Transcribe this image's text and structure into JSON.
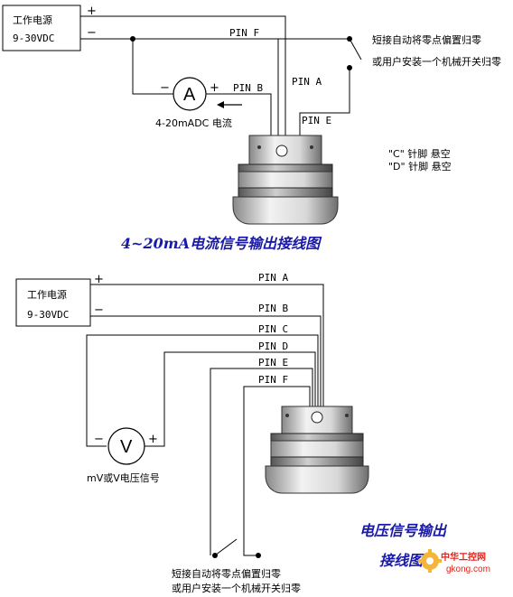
{
  "diagram1": {
    "supply_label": "工作电源",
    "supply_voltage": "9-30VDC",
    "plus": "+",
    "minus": "−",
    "pin_f": "PIN F",
    "pin_a": "PIN A",
    "pin_b": "PIN B",
    "pin_e": "PIN E",
    "meter_symbol": "A",
    "meter_minus": "−",
    "meter_plus": "+",
    "meter_caption": "4-20mADC 电流",
    "switch_note_1": "短接自动将零点偏置归零",
    "switch_note_2": "或用户安装一个机械开关归零",
    "unused_c": "\"C\" 针脚 悬空",
    "unused_d": "\"D\" 针脚 悬空",
    "title": "4~20mA电流信号输出接线图",
    "title_color": "#1a1aa8"
  },
  "diagram2": {
    "supply_label": "工作电源",
    "supply_voltage": "9-30VDC",
    "plus": "+",
    "minus": "−",
    "pin_a": "PIN A",
    "pin_b": "PIN B",
    "pin_c": "PIN C",
    "pin_d": "PIN D",
    "pin_e": "PIN E",
    "pin_f": "PIN F",
    "meter_symbol": "V",
    "meter_minus": "−",
    "meter_plus": "+",
    "meter_caption": "mV或V电压信号",
    "switch_note_1": "短接自动将零点偏置归零",
    "switch_note_2": "或用户安装一个机械开关归零",
    "title_line1": "电压信号输出",
    "title_line2": "接线图",
    "title_color": "#1a1aa8"
  },
  "watermark": {
    "name": "中华工控网",
    "url": "gkong.com",
    "color": "#e2231a"
  }
}
